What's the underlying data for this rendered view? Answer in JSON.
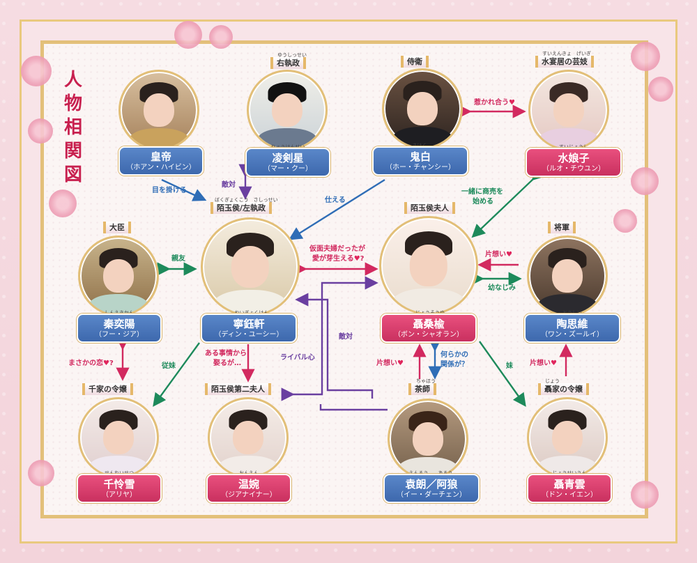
{
  "title": "人物相関図",
  "characters": [
    {
      "id": "emperor",
      "name": "皇帝",
      "reading": "（ホアン・ハイビン）",
      "ruby": "",
      "role": "",
      "role_ruby": "",
      "color": "blue"
    },
    {
      "id": "lingjianxing",
      "name": "凌剣星",
      "reading": "（マー・クー）",
      "ruby": "りょうけんせい",
      "role": "右執政",
      "role_ruby": "ゆうしっせい",
      "color": "blue"
    },
    {
      "id": "guibai",
      "name": "鬼白",
      "reading": "（ホー・チャンシー）",
      "ruby": "きはく",
      "role": "侍衛",
      "role_ruby": "",
      "color": "blue"
    },
    {
      "id": "shuiniangzi",
      "name": "水娘子",
      "reading": "（ルオ・チウユン）",
      "ruby": "すいじょうし",
      "role": "水宴居の芸妓",
      "role_ruby": "すいえんきょ　げいぎ",
      "color": "pink"
    },
    {
      "id": "qinyiyang",
      "name": "秦奕陽",
      "reading": "（フー・ジア）",
      "ruby": "しんえきかん",
      "role": "大臣",
      "role_ruby": "",
      "color": "blue"
    },
    {
      "id": "ningyuxuan",
      "name": "寧鈺軒",
      "reading": "（ディン・ユーシー）",
      "ruby": "ねいぎょくけん",
      "role": "陌玉侯/左執政",
      "role_ruby": "ばくぎょくこう　さしっせい",
      "color": "blue"
    },
    {
      "id": "niesangyu",
      "name": "聶桑楡",
      "reading": "（ボン・シャオラン）",
      "ruby": "じょうそうゆ",
      "role": "陌玉侯夫人",
      "role_ruby": "",
      "color": "pink"
    },
    {
      "id": "taosiyu",
      "name": "陶思維",
      "reading": "（ワン・ズールイ）",
      "ruby": "とうしい",
      "role": "将軍",
      "role_ruby": "",
      "color": "blue"
    },
    {
      "id": "qianlingxue",
      "name": "千怜雪",
      "reading": "（アリヤ）",
      "ruby": "せんれいせつ",
      "role": "千家の令嬢",
      "role_ruby": "",
      "color": "pink"
    },
    {
      "id": "wenwan",
      "name": "温婉",
      "reading": "（ジアナイナー）",
      "ruby": "おんえん",
      "role": "陌玉侯第二夫人",
      "role_ruby": "",
      "color": "pink"
    },
    {
      "id": "yuanlang",
      "name": "袁朗／阿狼",
      "reading": "（イー・ダーチェン）",
      "ruby": "えんろう　　あろう",
      "role": "茶師",
      "role_ruby": "ちゃほう",
      "color": "blue"
    },
    {
      "id": "nieqingyun",
      "name": "聶青雲",
      "reading": "（ドン・イエン）",
      "ruby": "じょうせいうん",
      "role": "聶家の令嬢",
      "role_ruby": "じょう",
      "color": "pink"
    }
  ],
  "relations": [
    {
      "id": "r1",
      "text": "目を掛ける",
      "color": "blue"
    },
    {
      "id": "r2",
      "text": "敵対",
      "color": "purple"
    },
    {
      "id": "r3",
      "text": "惹かれ合う",
      "heart": true,
      "color": "pink"
    },
    {
      "id": "r4",
      "text": "仕える",
      "color": "blue"
    },
    {
      "id": "r5",
      "text": "一緒に商売を",
      "color": "green"
    },
    {
      "id": "r5b",
      "text": "始める",
      "color": "green"
    },
    {
      "id": "r6",
      "text": "親友",
      "color": "green"
    },
    {
      "id": "r7",
      "text": "仮面夫婦だったが",
      "color": "pink"
    },
    {
      "id": "r7b",
      "text": "愛が芽生える",
      "heart": true,
      "suffix": "?",
      "color": "pink"
    },
    {
      "id": "r8",
      "text": "片想い",
      "heart": true,
      "color": "pink"
    },
    {
      "id": "r9",
      "text": "幼なじみ",
      "color": "green"
    },
    {
      "id": "r10",
      "text": "まさかの恋",
      "heart": true,
      "suffix": "?",
      "color": "pink"
    },
    {
      "id": "r11",
      "text": "従妹",
      "color": "green"
    },
    {
      "id": "r12",
      "text": "ある事情から",
      "color": "pink"
    },
    {
      "id": "r12b",
      "text": "娶るが…",
      "color": "pink"
    },
    {
      "id": "r13",
      "text": "ライバル心",
      "color": "purple"
    },
    {
      "id": "r14",
      "text": "敵対",
      "color": "purple"
    },
    {
      "id": "r15",
      "text": "片想い",
      "heart": true,
      "color": "pink"
    },
    {
      "id": "r16",
      "text": "何らかの",
      "color": "blue"
    },
    {
      "id": "r16b",
      "text": "関係が？",
      "color": "blue"
    },
    {
      "id": "r17",
      "text": "妹",
      "color": "green"
    },
    {
      "id": "r18",
      "text": "片想い",
      "heart": true,
      "color": "pink"
    }
  ],
  "colors": {
    "pink": "#d2295f",
    "blue": "#2f6db6",
    "green": "#1d8a5b",
    "purple": "#6a3fa0",
    "gold": "#e3c07a"
  }
}
